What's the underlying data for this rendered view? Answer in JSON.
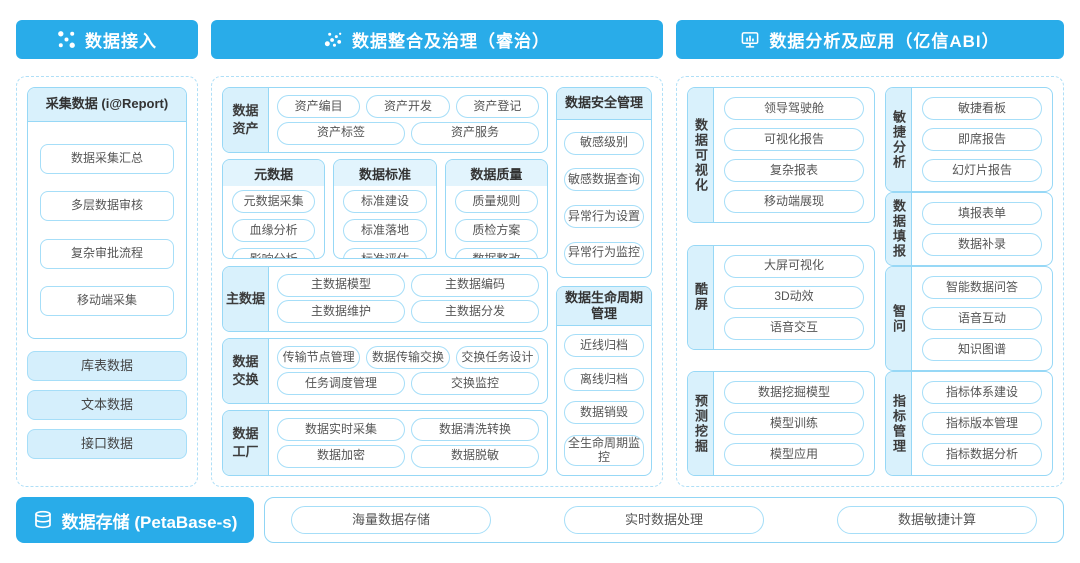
{
  "colors": {
    "header_blue": "#29ACE9",
    "panel_dashed_border": "#AFDFF7",
    "card_border": "#97D8F6",
    "item_border": "#A6DEF8",
    "label_bg": "#D9F1FC",
    "filled_button_bg": "#D5EFFC"
  },
  "headers": {
    "access": "数据接入",
    "governance": "数据整合及治理（睿治）",
    "analysis": "数据分析及应用（亿信ABI）"
  },
  "access": {
    "card_title": "采集数据 (i@Report)",
    "card_items": [
      "数据采集汇总",
      "多层数据审核",
      "复杂审批流程",
      "移动端采集"
    ],
    "sources": [
      "库表数据",
      "文本数据",
      "接口数据"
    ]
  },
  "governance": {
    "asset": {
      "label": "数据资产",
      "rows": [
        [
          "资产编目",
          "资产开发",
          "资产登记"
        ],
        [
          "资产标签",
          "资产服务"
        ]
      ]
    },
    "columns": [
      {
        "title": "元数据",
        "items": [
          "元数据采集",
          "血缘分析",
          "影响分析"
        ]
      },
      {
        "title": "数据标准",
        "items": [
          "标准建设",
          "标准落地",
          "标准评估"
        ]
      },
      {
        "title": "数据质量",
        "items": [
          "质量规则",
          "质检方案",
          "数据整改"
        ]
      }
    ],
    "master": {
      "label": "主数据",
      "rows": [
        [
          "主数据模型",
          "主数据编码"
        ],
        [
          "主数据维护",
          "主数据分发"
        ]
      ]
    },
    "exchange": {
      "label": "数据交换",
      "rows": [
        [
          "传输节点管理",
          "数据传输交换",
          "交换任务设计"
        ],
        [
          "任务调度管理",
          "交换监控"
        ]
      ]
    },
    "factory": {
      "label": "数据工厂",
      "rows": [
        [
          "数据实时采集",
          "数据清洗转换"
        ],
        [
          "数据加密",
          "数据脱敏"
        ]
      ]
    },
    "security": {
      "title": "数据安全管理",
      "items": [
        "敏感级别",
        "敏感数据查询",
        "异常行为设置",
        "异常行为监控"
      ]
    },
    "lifecycle": {
      "title": "数据生命周期管理",
      "items": [
        "近线归档",
        "离线归档",
        "数据销毁",
        "全生命周期监控"
      ]
    }
  },
  "analysis": {
    "left_groups": [
      {
        "label": "数据可视化",
        "items": [
          "领导驾驶舱",
          "可视化报告",
          "复杂报表",
          "移动端展现"
        ]
      },
      {
        "label": "酷屏",
        "items": [
          "大屏可视化",
          "3D动效",
          "语音交互"
        ]
      },
      {
        "label": "预测挖掘",
        "items": [
          "数据挖掘模型",
          "模型训练",
          "模型应用"
        ]
      }
    ],
    "right_groups": [
      {
        "label": "敏捷分析",
        "items": [
          "敏捷看板",
          "即席报告",
          "幻灯片报告"
        ]
      },
      {
        "label": "数据填报",
        "items": [
          "填报表单",
          "数据补录"
        ]
      },
      {
        "label": "智问",
        "items": [
          "智能数据问答",
          "语音互动",
          "知识图谱"
        ]
      },
      {
        "label": "指标管理",
        "items": [
          "指标体系建设",
          "指标版本管理",
          "指标数据分析"
        ]
      }
    ]
  },
  "storage": {
    "label": "数据存储 (PetaBase-s)",
    "items": [
      "海量数据存储",
      "实时数据处理",
      "数据敏捷计算"
    ]
  }
}
